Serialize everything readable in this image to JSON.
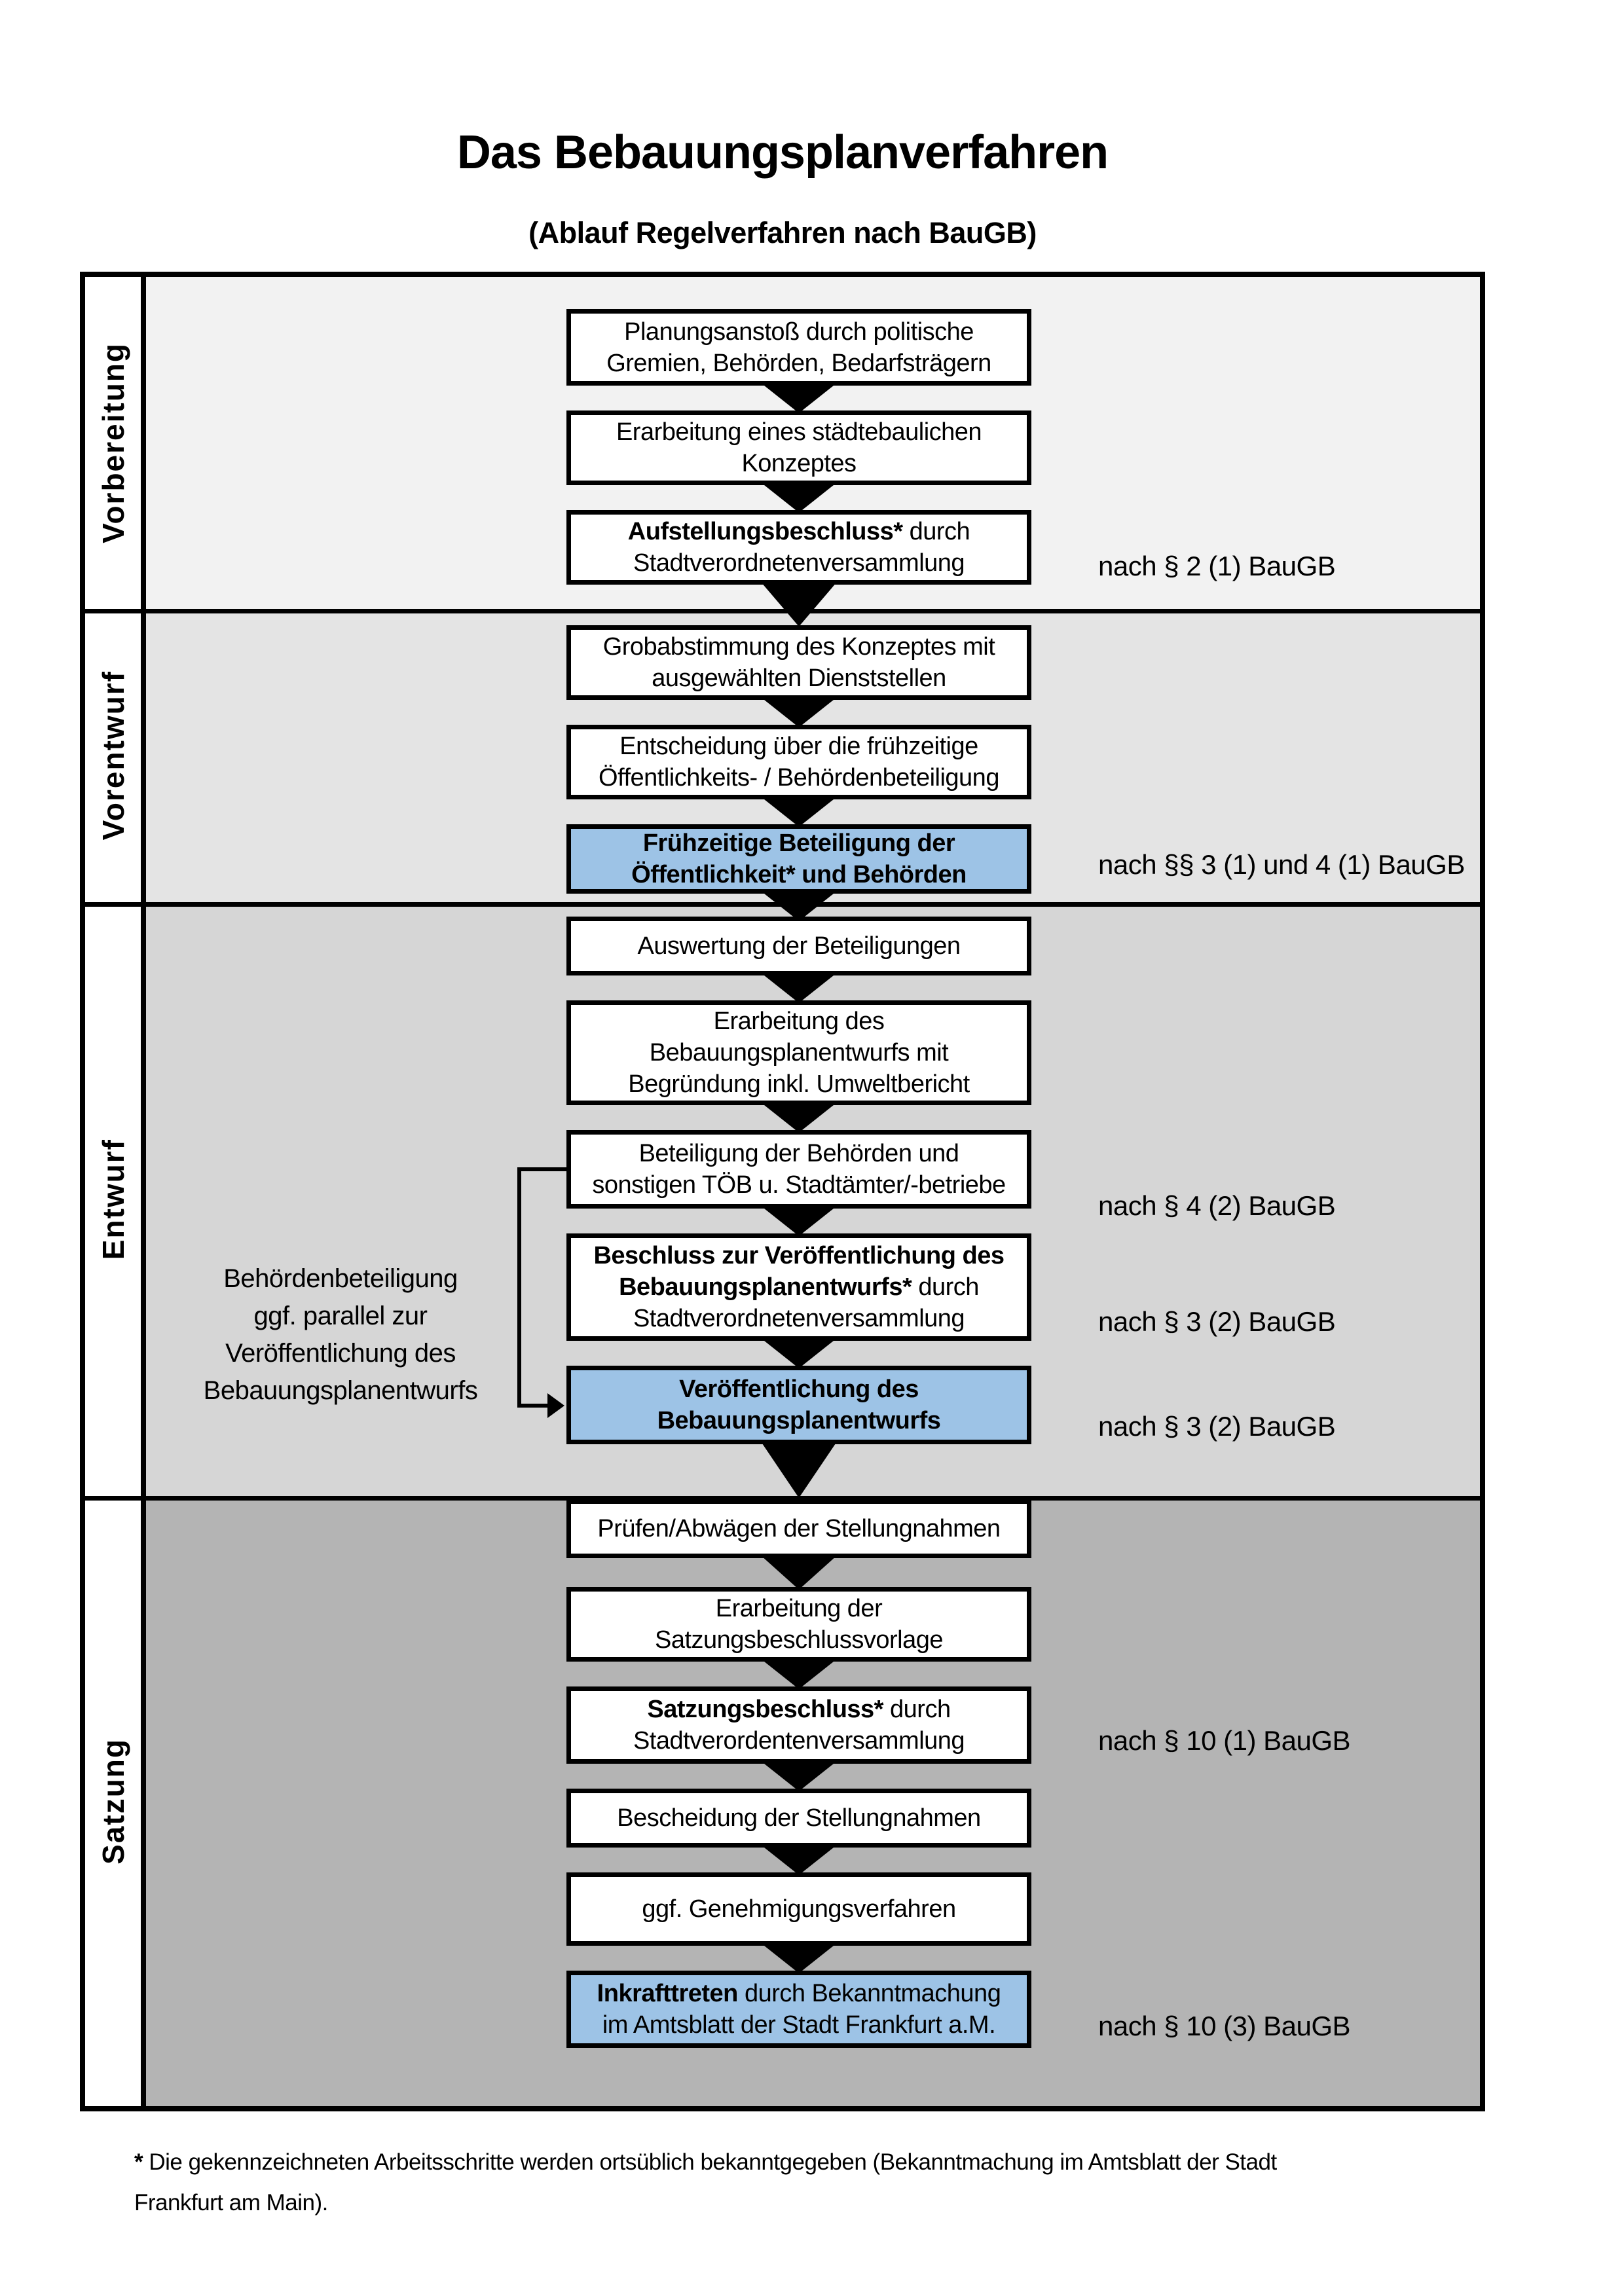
{
  "header": {
    "title": "Das Bebauungsplanverfahren",
    "subtitle": "(Ablauf Regelverfahren nach BauGB)"
  },
  "colors": {
    "highlight_blue": "#9dc3e6",
    "section_grays": [
      "#f2f2f2",
      "#e4e4e4",
      "#d6d6d6",
      "#b4b4b4"
    ]
  },
  "sections": [
    {
      "label": "Vorbereitung"
    },
    {
      "label": "Vorentwurf"
    },
    {
      "label": "Entwurf"
    },
    {
      "label": "Satzung"
    }
  ],
  "boxes": [
    {
      "lines": [
        {
          "t": "Planungsanstoß durch politische"
        },
        {
          "t": "Gremien, Behörden, Bedarfsträgern"
        }
      ]
    },
    {
      "lines": [
        {
          "t": "Erarbeitung eines städtebaulichen"
        },
        {
          "t": "Konzeptes"
        }
      ]
    },
    {
      "lines": [
        {
          "b": "Aufstellungsbeschluss*",
          "t": " durch"
        },
        {
          "t": "Stadtverordnetenversammlung"
        }
      ]
    },
    {
      "lines": [
        {
          "t": "Grobabstimmung des Konzeptes mit"
        },
        {
          "t": "ausgewählten Dienststellen"
        }
      ]
    },
    {
      "lines": [
        {
          "t": "Entscheidung über die frühzeitige"
        },
        {
          "t": "Öffentlichkeits- / Behördenbeteiligung"
        }
      ]
    },
    {
      "lines": [
        {
          "b": "Frühzeitige Beteiligung der"
        },
        {
          "b": "Öffentlichkeit* und Behörden"
        }
      ]
    },
    {
      "lines": [
        {
          "t": "Auswertung der Beteiligungen"
        }
      ]
    },
    {
      "lines": [
        {
          "t": "Erarbeitung des"
        },
        {
          "t": "Bebauungsplanentwurfs mit"
        },
        {
          "t": "Begründung inkl. Umweltbericht"
        }
      ]
    },
    {
      "lines": [
        {
          "t": "Beteiligung der Behörden und"
        },
        {
          "t": "sonstigen TÖB u. Stadtämter/-betriebe"
        }
      ]
    },
    {
      "lines": [
        {
          "b": "Beschluss zur Veröffentlichung des"
        },
        {
          "b": "Bebauungsplanentwurfs*",
          "t": " durch"
        },
        {
          "t": "Stadtverordnetenversammlung"
        }
      ]
    },
    {
      "lines": [
        {
          "b": "Veröffentlichung des"
        },
        {
          "b": "Bebauungsplanentwurfs"
        }
      ]
    },
    {
      "lines": [
        {
          "t": "Prüfen/Abwägen der Stellungnahmen"
        }
      ]
    },
    {
      "lines": [
        {
          "t": "Erarbeitung der"
        },
        {
          "t": "Satzungsbeschlussvorlage"
        }
      ]
    },
    {
      "lines": [
        {
          "b": "Satzungsbeschluss*",
          "t": " durch"
        },
        {
          "t": "Stadtverordentenversammlung"
        }
      ]
    },
    {
      "lines": [
        {
          "t": "Bescheidung der Stellungnahmen"
        }
      ]
    },
    {
      "lines": [
        {
          "t": "ggf. Genehmigungsverfahren"
        }
      ]
    },
    {
      "lines": [
        {
          "b": "Inkrafttreten",
          "t": " durch Bekanntmachung"
        },
        {
          "t": "im Amtsblatt der Stadt Frankfurt a.M."
        }
      ]
    }
  ],
  "refs": [
    {
      "text": "nach § 2 (1) BauGB"
    },
    {
      "text": "nach §§ 3 (1) und 4 (1) BauGB"
    },
    {
      "text": "nach § 4 (2) BauGB"
    },
    {
      "text": "nach § 3 (2) BauGB"
    },
    {
      "text": "nach § 3 (2) BauGB"
    },
    {
      "text": "nach § 10 (1) BauGB"
    },
    {
      "text": "nach § 10 (3) BauGB"
    }
  ],
  "side_note": {
    "lines": [
      "Behördenbeteiligung",
      "ggf. parallel zur",
      "Veröffentlichung des",
      "Bebauungsplanentwurfs"
    ]
  },
  "footnote": {
    "marker": "*",
    "line1": " Die gekennzeichneten Arbeitsschritte werden ortsüblich bekanntgegeben (Bekanntmachung im Amtsblatt  der Stadt",
    "line2": "Frankfurt am Main)."
  }
}
